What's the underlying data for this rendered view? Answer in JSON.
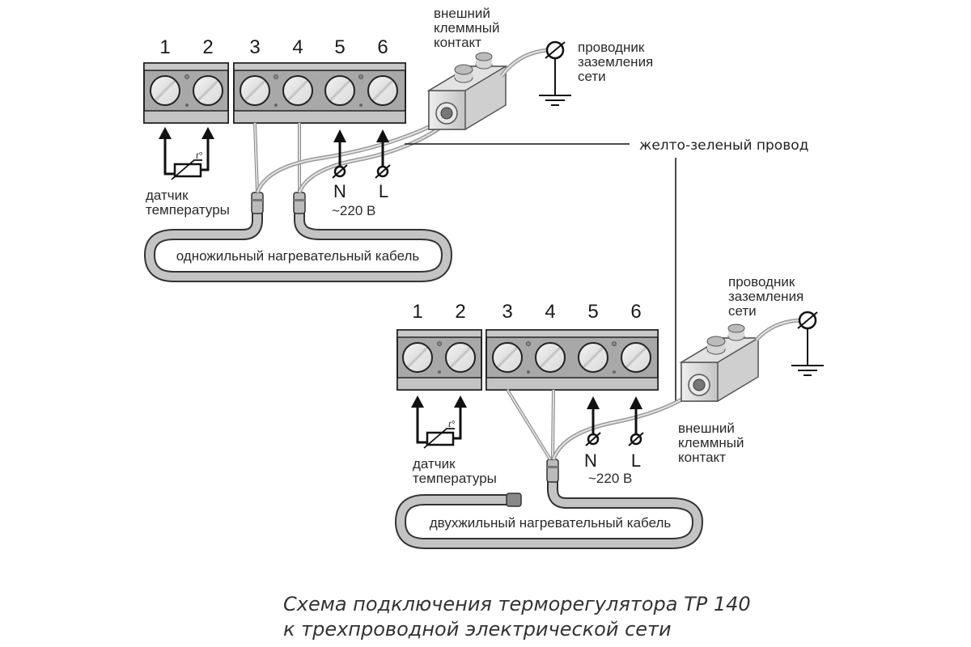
{
  "diagram": {
    "title_line1": "Схема подключения терморегулятора ТР 140",
    "title_line2": "к трехпроводной электрической сети",
    "yellow_green_wire_label": "желто-зеленый провод",
    "colors": {
      "terminal_body": "#a9a9a9",
      "terminal_light": "#c9c9c9",
      "screw": "#ececec",
      "cable": "#bdbdbd",
      "outline": "#222222"
    },
    "schemes": [
      {
        "id": "single-core",
        "terminals": [
          "1",
          "2",
          "3",
          "4",
          "5",
          "6"
        ],
        "sensor_label_1": "датчик",
        "sensor_label_2": "температуры",
        "sensor_symbol": "t°",
        "neutral_label": "N",
        "live_label": "L",
        "voltage_label": "~220 В",
        "cable_label": "одножильный нагревательный кабель",
        "external_contact_1": "внешний",
        "external_contact_2": "клеммный",
        "external_contact_3": "контакт",
        "ground_1": "проводник",
        "ground_2": "заземления",
        "ground_3": "сети"
      },
      {
        "id": "two-core",
        "terminals": [
          "1",
          "2",
          "3",
          "4",
          "5",
          "6"
        ],
        "sensor_label_1": "датчик",
        "sensor_label_2": "температуры",
        "sensor_symbol": "t°",
        "neutral_label": "N",
        "live_label": "L",
        "voltage_label": "~220 В",
        "cable_label": "двухжильный нагревательный кабель",
        "external_contact_1": "внешний",
        "external_contact_2": "клеммный",
        "external_contact_3": "контакт",
        "ground_1": "проводник",
        "ground_2": "заземления",
        "ground_3": "сети"
      }
    ]
  }
}
